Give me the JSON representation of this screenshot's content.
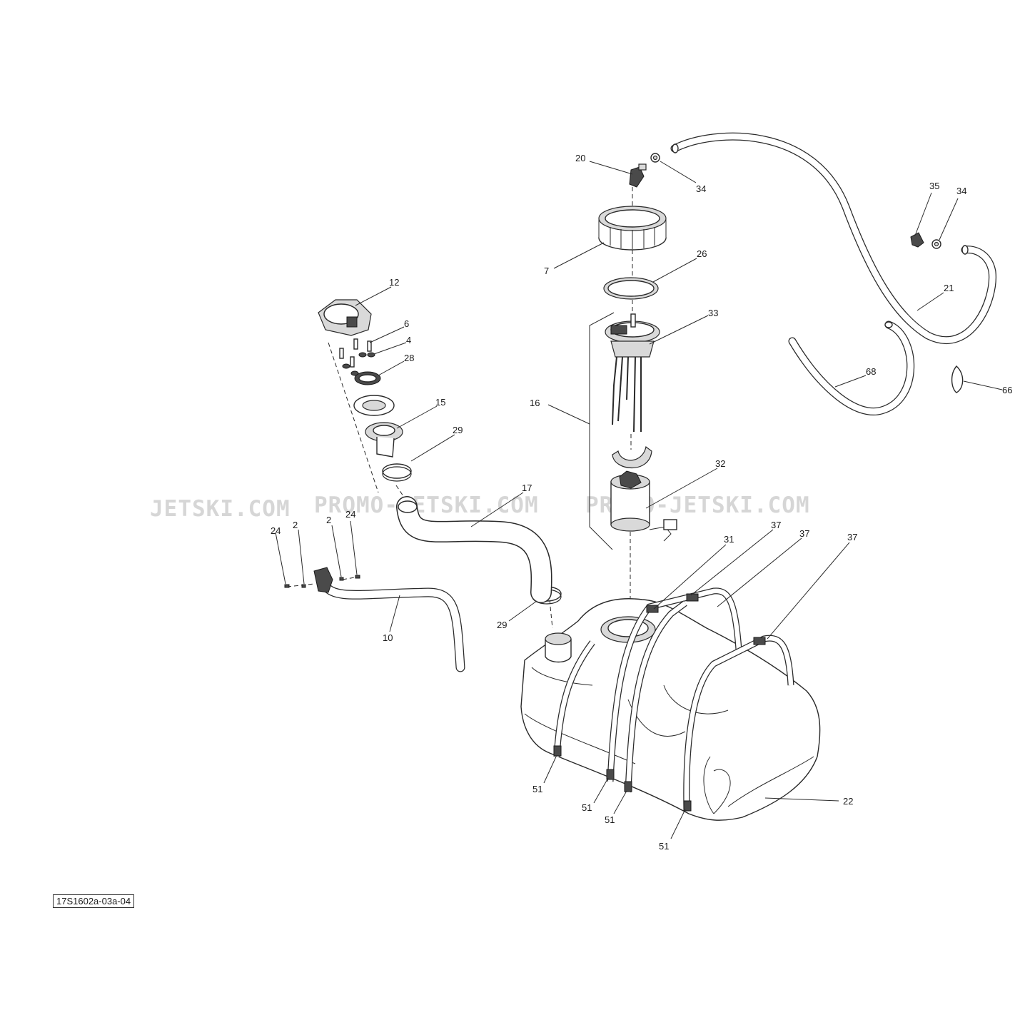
{
  "watermarks": [
    "JETSKI.COM",
    "PROMO-JETSKI.COM",
    "PROMO-JETSKI.COM"
  ],
  "reference_code": "17S1602a-03a-04",
  "callouts": [
    {
      "id": "c20",
      "label": "20"
    },
    {
      "id": "c34a",
      "label": "34"
    },
    {
      "id": "c35",
      "label": "35"
    },
    {
      "id": "c34b",
      "label": "34"
    },
    {
      "id": "c7",
      "label": "7"
    },
    {
      "id": "c26",
      "label": "26"
    },
    {
      "id": "c12",
      "label": "12"
    },
    {
      "id": "c6",
      "label": "6"
    },
    {
      "id": "c4",
      "label": "4"
    },
    {
      "id": "c28",
      "label": "28"
    },
    {
      "id": "c33",
      "label": "33"
    },
    {
      "id": "c21",
      "label": "21"
    },
    {
      "id": "c68",
      "label": "68"
    },
    {
      "id": "c66",
      "label": "66"
    },
    {
      "id": "c16",
      "label": "16"
    },
    {
      "id": "c15",
      "label": "15"
    },
    {
      "id": "c29a",
      "label": "29"
    },
    {
      "id": "c32",
      "label": "32"
    },
    {
      "id": "c17",
      "label": "17"
    },
    {
      "id": "c2a",
      "label": "2"
    },
    {
      "id": "c24a",
      "label": "24"
    },
    {
      "id": "c2b",
      "label": "2"
    },
    {
      "id": "c24b",
      "label": "24"
    },
    {
      "id": "c31",
      "label": "31"
    },
    {
      "id": "c37a",
      "label": "37"
    },
    {
      "id": "c37b",
      "label": "37"
    },
    {
      "id": "c37c",
      "label": "37"
    },
    {
      "id": "c10",
      "label": "10"
    },
    {
      "id": "c29b",
      "label": "29"
    },
    {
      "id": "c51a",
      "label": "51"
    },
    {
      "id": "c51b",
      "label": "51"
    },
    {
      "id": "c51c",
      "label": "51"
    },
    {
      "id": "c51d",
      "label": "51"
    },
    {
      "id": "c22",
      "label": "22"
    }
  ]
}
